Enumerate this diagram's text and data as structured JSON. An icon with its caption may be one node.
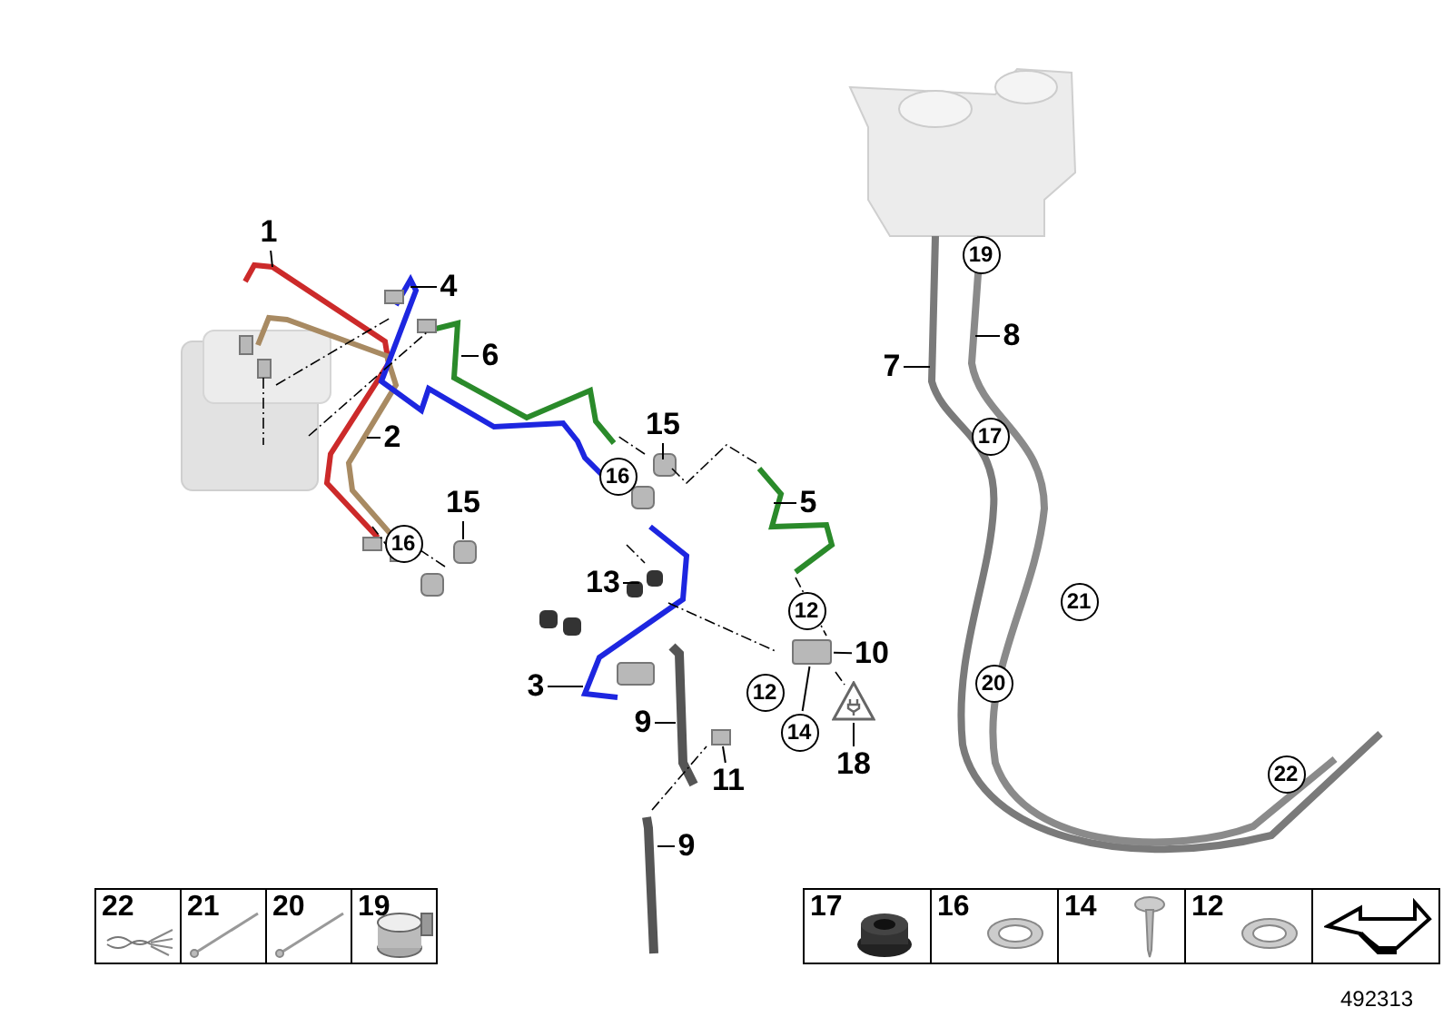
{
  "diagram": {
    "nodes": [
      {
        "text": [
          "1"
        ]
      },
      {
        "text": [
          "19"
        ]
      },
      {
        "text": [
          "4"
        ]
      },
      {
        "text": [
          "8"
        ]
      },
      {
        "text": [
          "6"
        ]
      },
      {
        "text": [
          "7"
        ]
      },
      {
        "text": [
          "15"
        ]
      },
      {
        "text": [
          "2"
        ]
      },
      {
        "text": [
          "17"
        ]
      },
      {
        "text": [
          "16"
        ]
      },
      {
        "text": [
          "15"
        ]
      },
      {
        "text": [
          "5"
        ]
      },
      {
        "text": [
          "16"
        ]
      },
      {
        "text": [
          "13"
        ]
      },
      {
        "text": [
          "21"
        ]
      },
      {
        "text": [
          "12"
        ]
      },
      {
        "text": [
          "10"
        ]
      },
      {
        "text": [
          "20"
        ]
      },
      {
        "text": [
          "3"
        ]
      },
      {
        "text": [
          "12"
        ]
      },
      {
        "text": [],
        "shape": "triangle"
      },
      {
        "text": [
          "9"
        ]
      },
      {
        "text": [
          "14"
        ]
      },
      {
        "text": [
          "18"
        ]
      },
      {
        "text": [
          "11"
        ]
      },
      {
        "text": [
          "22"
        ]
      },
      {
        "text": [
          "9"
        ]
      },
      {
        "text": [],
        "shape": "box"
      }
    ],
    "edges": [
      {
        "from": 0,
        "to": null,
        "arrow": "none"
      },
      {
        "from": 2,
        "to": null,
        "arrow": "none"
      },
      {
        "from": 3,
        "to": null,
        "arrow": "none"
      },
      {
        "from": 4,
        "to": null,
        "arrow": "none"
      },
      {
        "from": 5,
        "to": null,
        "arrow": "none"
      },
      {
        "from": 6,
        "to": null,
        "arrow": "none"
      },
      {
        "from": 7,
        "to": null,
        "arrow": "none"
      },
      {
        "from": 10,
        "to": null,
        "arrow": "none"
      },
      {
        "from": 11,
        "to": null,
        "arrow": "none"
      },
      {
        "from": 13,
        "to": null,
        "arrow": "none"
      },
      {
        "from": 16,
        "to": 27,
        "arrow": "none"
      },
      {
        "from": 18,
        "to": null,
        "arrow": "none"
      },
      {
        "from": 21,
        "to": null,
        "arrow": "none"
      },
      {
        "from": 22,
        "to": 27,
        "arrow": "none"
      },
      {
        "from": 23,
        "to": 20,
        "arrow": "none"
      },
      {
        "from": 24,
        "to": null,
        "arrow": "none"
      },
      {
        "from": 26,
        "to": null,
        "arrow": "none"
      }
    ],
    "labels": [
      "22",
      "21",
      "20",
      "19",
      "17",
      "16",
      "14",
      "12",
      "492313"
    ]
  }
}
